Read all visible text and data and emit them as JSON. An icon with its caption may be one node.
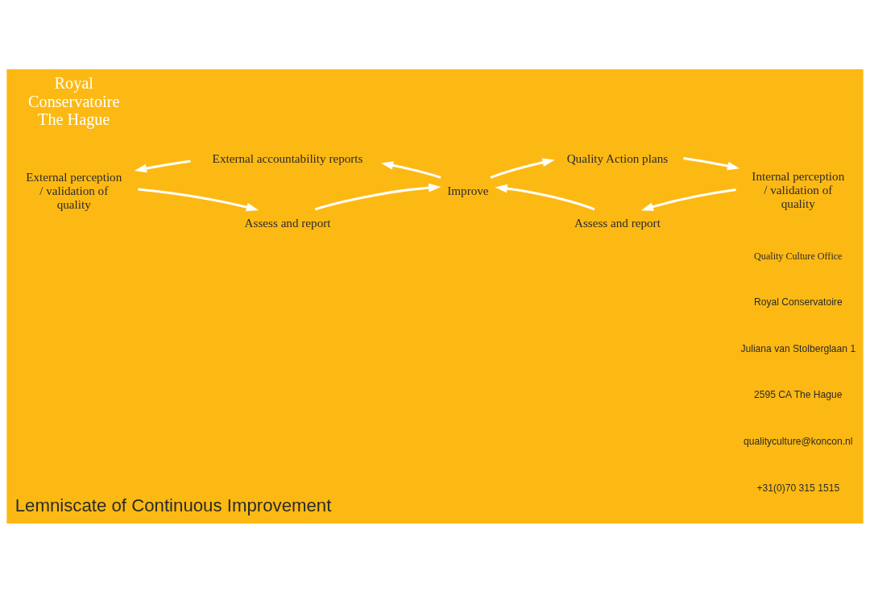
{
  "diagram": {
    "title": "Lemniscate of Continuous Improvement",
    "nodes": [
      {
        "text": [
          "Improve"
        ]
      },
      {
        "text": [
          "External accountability reports"
        ]
      },
      {
        "text": [
          "External perception / validation of quality"
        ]
      },
      {
        "text": [
          "Assess and report"
        ]
      },
      {
        "text": [
          "Quality Action plans"
        ]
      },
      {
        "text": [
          "Internal perception / validation of quality"
        ]
      },
      {
        "text": [
          "Assess and report"
        ]
      }
    ],
    "edges": [
      {
        "from": 0,
        "to": 1,
        "arrow": "to"
      },
      {
        "from": 1,
        "to": 2,
        "arrow": "to"
      },
      {
        "from": 2,
        "to": 3,
        "arrow": "to"
      },
      {
        "from": 3,
        "to": 0,
        "arrow": "to"
      },
      {
        "from": 0,
        "to": 4,
        "arrow": "to"
      },
      {
        "from": 4,
        "to": 5,
        "arrow": "to"
      },
      {
        "from": 5,
        "to": 6,
        "arrow": "to"
      },
      {
        "from": 6,
        "to": 0,
        "arrow": "to"
      }
    ],
    "labels": [
      "Royal Conservatoire The Hague",
      "Quality Culture Office",
      "Royal Conservatoire",
      "Juliana van Stolberglaan 1",
      "2595 CA The Hague",
      "qualityculture@koncon.nl",
      "+31(0)70 315 1515"
    ]
  }
}
